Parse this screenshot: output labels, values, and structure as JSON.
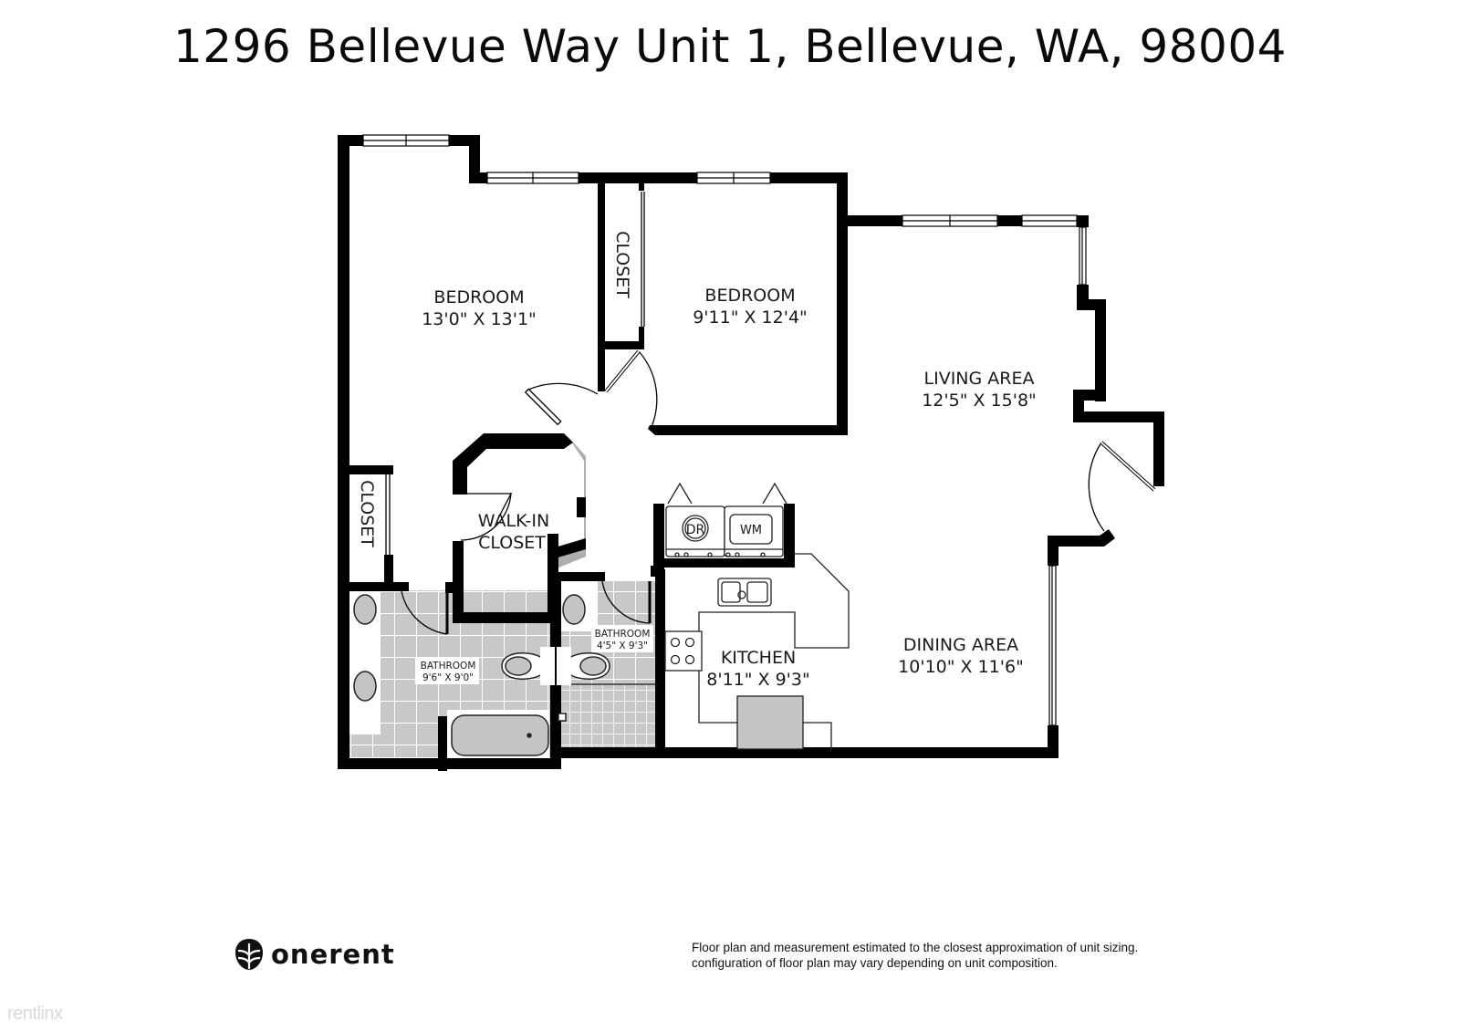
{
  "header": {
    "title": "1296 Bellevue Way Unit 1, Bellevue, WA, 98004"
  },
  "floor_plan": {
    "rooms": [
      {
        "id": "bedroom-1",
        "name": "BEDROOM",
        "dimensions": "13'0\" X 13'1\""
      },
      {
        "id": "bedroom-2",
        "name": "BEDROOM",
        "dimensions": "9'11\" X 12'4\""
      },
      {
        "id": "living-area",
        "name": "LIVING AREA",
        "dimensions": "12'5\" X 15'8\""
      },
      {
        "id": "dining-area",
        "name": "DINING AREA",
        "dimensions": "10'10\" X 11'6\""
      },
      {
        "id": "kitchen",
        "name": "KITCHEN",
        "dimensions": "8'11\" X 9'3\""
      },
      {
        "id": "bathroom-1",
        "name": "BATHROOM",
        "dimensions": "9'6\" X 9'0\""
      },
      {
        "id": "bathroom-2",
        "name": "BATHROOM",
        "dimensions": "4'5\" X 9'3\""
      },
      {
        "id": "walk-in-closet",
        "name_line1": "WALK-IN",
        "name_line2": "CLOSET"
      },
      {
        "id": "closet-upper",
        "name": "CLOSET"
      },
      {
        "id": "closet-lower",
        "name": "CLOSET"
      }
    ],
    "appliances": {
      "dryer": "DR",
      "washer": "WM"
    },
    "colors": {
      "wall": "#000000",
      "tile": "#c8c8ca",
      "grout": "#ffffff",
      "fixture": "#c4c4c6"
    }
  },
  "footer": {
    "brand": "onerent",
    "disclaimer_line1": "Floor plan and measurement estimated to the closest approximation of unit sizing.",
    "disclaimer_line2": "configuration of floor plan may vary depending on unit composition."
  },
  "watermark": "rentlinx"
}
